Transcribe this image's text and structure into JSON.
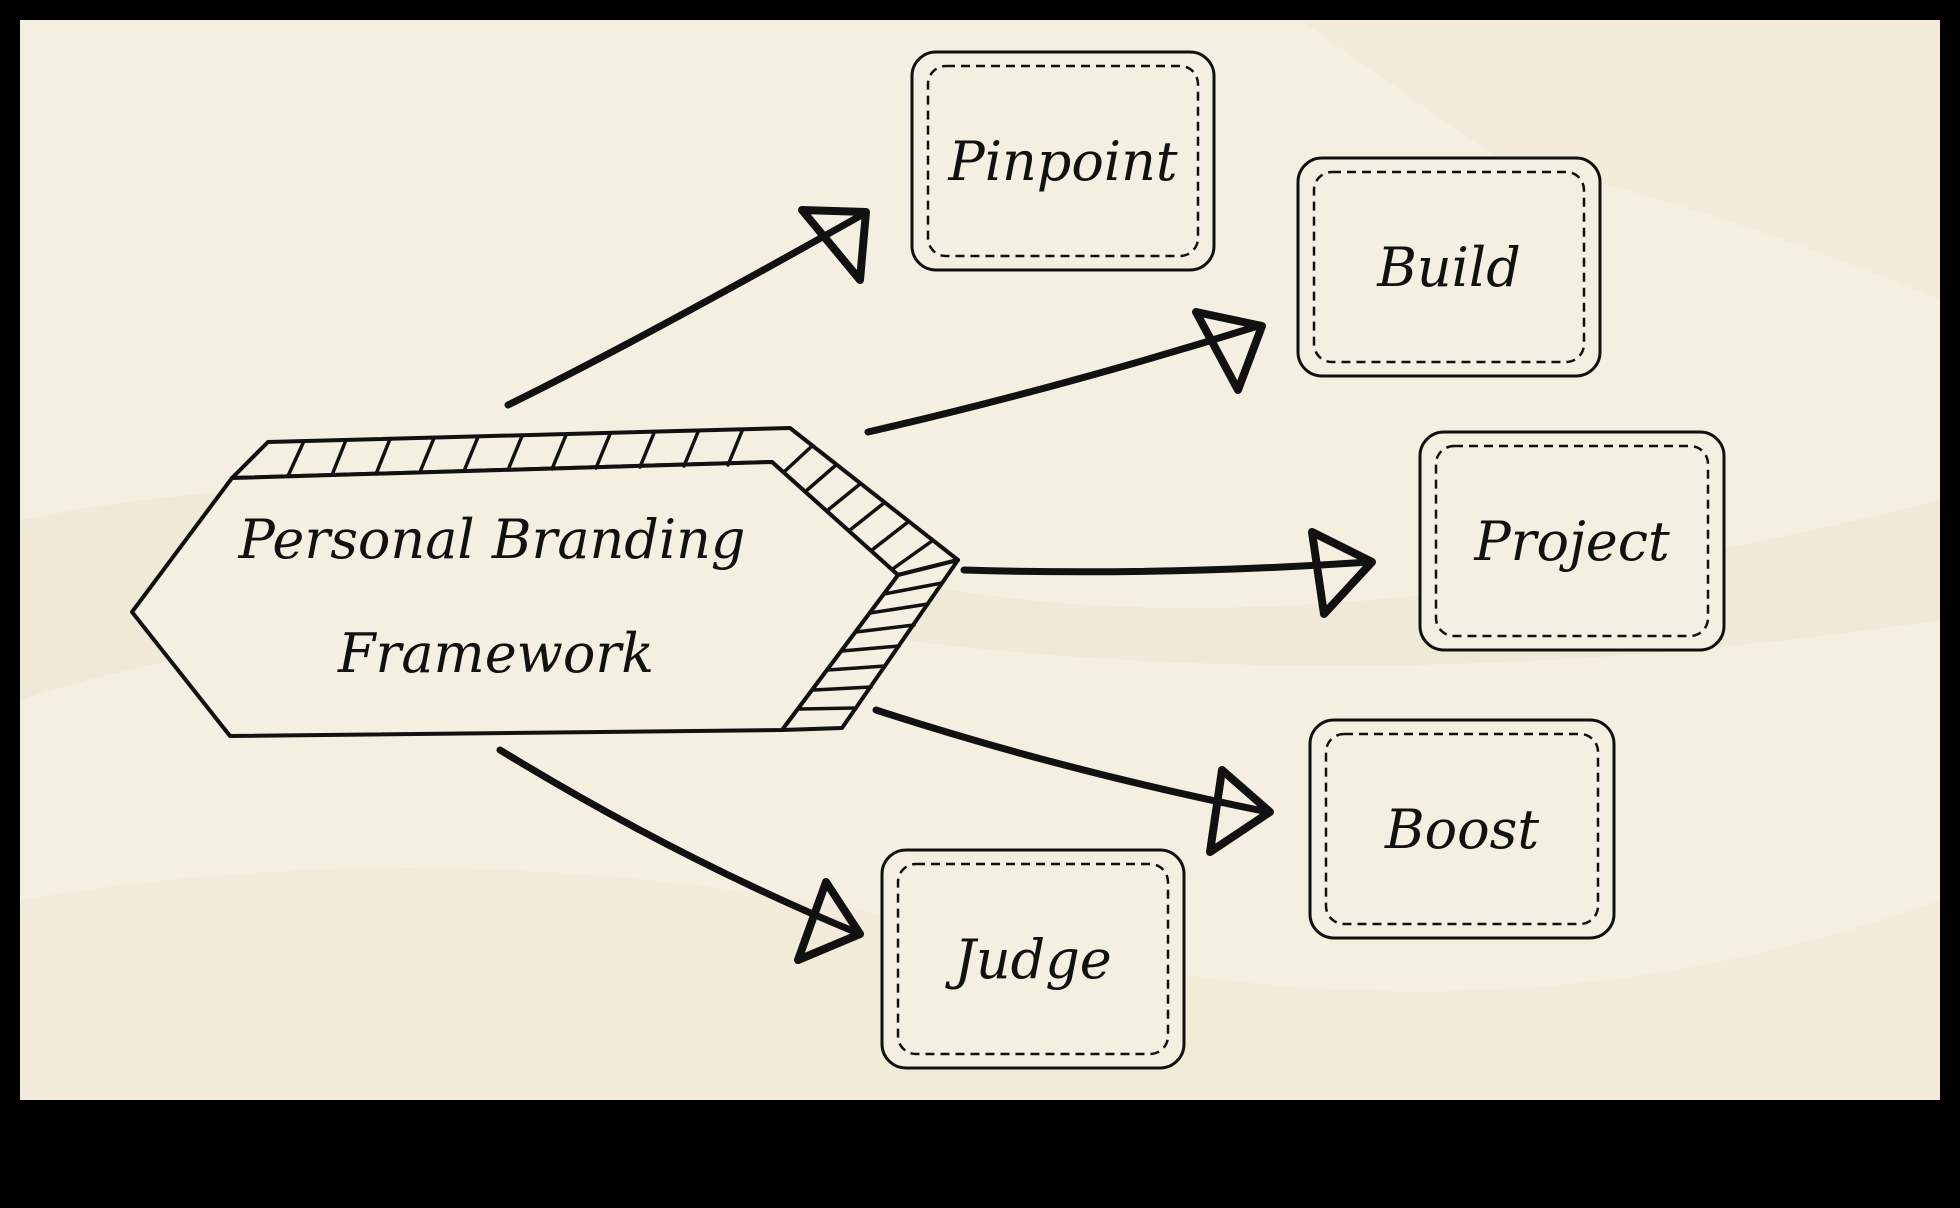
{
  "colors": {
    "frame": "#000000",
    "paper": "#f5efe1",
    "paper_shade": "#ece3cf",
    "ink": "#111111"
  },
  "center": {
    "title_line1": "Personal Branding",
    "title_line2": "Framework"
  },
  "nodes": [
    {
      "id": "pinpoint",
      "label": "Pinpoint"
    },
    {
      "id": "build",
      "label": "Build"
    },
    {
      "id": "project",
      "label": "Project"
    },
    {
      "id": "boost",
      "label": "Boost"
    },
    {
      "id": "judge",
      "label": "Judge"
    }
  ]
}
